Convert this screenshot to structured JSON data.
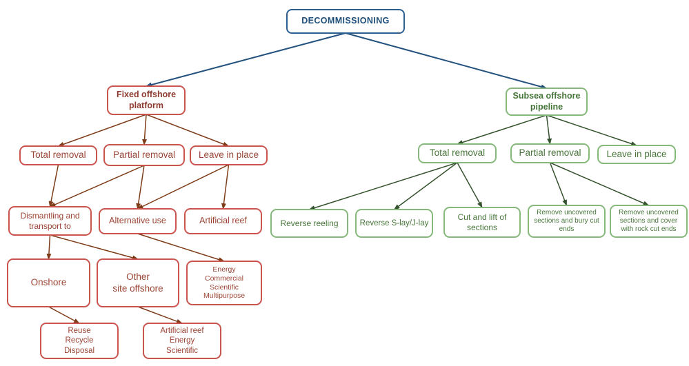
{
  "title": "Decommissioning options flowchart",
  "colors": {
    "background": "#ffffff",
    "root_border": "#2a5f8f",
    "root_text": "#1f4e79",
    "root_line": "#24527e",
    "platform_border": "#c9544e",
    "platform_text": "#9c4535",
    "platform_header_text": "#8e3b2f",
    "platform_line": "#7e3b17",
    "pipeline_border": "#85b87a",
    "pipeline_text": "#47763a",
    "pipeline_line": "#35522e"
  },
  "nodes": {
    "root": {
      "label": "DECOMMISSIONING"
    },
    "fixed_platform": {
      "label": "Fixed offshore\nplatform"
    },
    "f_total": {
      "label": "Total removal"
    },
    "f_partial": {
      "label": "Partial removal"
    },
    "f_leave": {
      "label": "Leave in place"
    },
    "f_dismantling": {
      "label": "Dismantling and\ntransport to"
    },
    "f_alternative": {
      "label": "Alternative use"
    },
    "f_reef": {
      "label": "Artificial reef"
    },
    "f_onshore": {
      "label": "Onshore"
    },
    "f_other_site": {
      "label": "Other\nsite offshore"
    },
    "f_energy": {
      "label": "Energy\nCommercial\nScientific\nMultipurpose"
    },
    "f_reuse": {
      "label": "Reuse\nRecycle\nDisposal"
    },
    "f_reef_energy": {
      "label": "Artificial reef\nEnergy\nScientific"
    },
    "subsea_pipeline": {
      "label": "Subsea offshore\npipeline"
    },
    "s_total": {
      "label": "Total removal"
    },
    "s_partial": {
      "label": "Partial removal"
    },
    "s_leave": {
      "label": "Leave in place"
    },
    "s_reeling": {
      "label": "Reverse reeling"
    },
    "s_slay": {
      "label": "Reverse S-lay/J-lay"
    },
    "s_cut": {
      "label": "Cut and lift of\nsections"
    },
    "s_bury": {
      "label": "Remove uncovered\nsections and bury cut\nends"
    },
    "s_cover": {
      "label": "Remove uncovered\nsections and cover\nwith rock cut ends"
    }
  },
  "edges": [
    {
      "from": "root",
      "to": "fixed_platform",
      "c": "blue"
    },
    {
      "from": "root",
      "to": "subsea_pipeline",
      "c": "blue"
    },
    {
      "from": "fixed_platform",
      "to": "f_total",
      "c": "red"
    },
    {
      "from": "fixed_platform",
      "to": "f_partial",
      "c": "red"
    },
    {
      "from": "fixed_platform",
      "to": "f_leave",
      "c": "red"
    },
    {
      "from": "f_total",
      "to": "f_dismantling",
      "c": "red"
    },
    {
      "from": "f_partial",
      "to": "f_dismantling",
      "c": "red"
    },
    {
      "from": "f_partial",
      "to": "f_alternative",
      "c": "red"
    },
    {
      "from": "f_leave",
      "to": "f_alternative",
      "c": "red"
    },
    {
      "from": "f_leave",
      "to": "f_reef",
      "c": "red"
    },
    {
      "from": "f_dismantling",
      "to": "f_onshore",
      "c": "red"
    },
    {
      "from": "f_dismantling",
      "to": "f_other_site",
      "c": "red"
    },
    {
      "from": "f_alternative",
      "to": "f_energy",
      "c": "red"
    },
    {
      "from": "f_onshore",
      "to": "f_reuse",
      "c": "red"
    },
    {
      "from": "f_other_site",
      "to": "f_reef_energy",
      "c": "red"
    },
    {
      "from": "subsea_pipeline",
      "to": "s_total",
      "c": "green"
    },
    {
      "from": "subsea_pipeline",
      "to": "s_partial",
      "c": "green"
    },
    {
      "from": "subsea_pipeline",
      "to": "s_leave",
      "c": "green"
    },
    {
      "from": "s_total",
      "to": "s_reeling",
      "c": "green"
    },
    {
      "from": "s_total",
      "to": "s_slay",
      "c": "green"
    },
    {
      "from": "s_total",
      "to": "s_cut",
      "c": "green"
    },
    {
      "from": "s_partial",
      "to": "s_bury",
      "c": "green"
    },
    {
      "from": "s_partial",
      "to": "s_cover",
      "c": "green"
    }
  ]
}
